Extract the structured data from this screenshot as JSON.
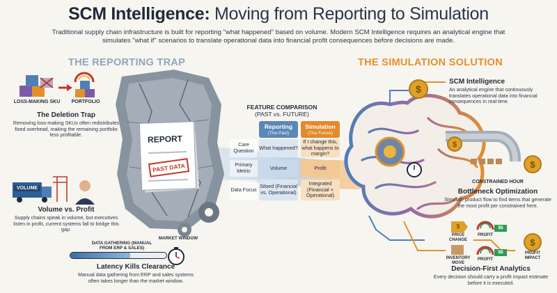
{
  "header": {
    "title_bold": "SCM Intelligence:",
    "title_rest": " Moving from Reporting to Simulation",
    "subtitle": "Traditional supply chain infrastructure is built for reporting \"what happened\" based on volume. Modern SCM Intelligence requires an analytical engine that simulates \"what if\" scenarios to translate operational data into financial profit consequences before decisions are made."
  },
  "left": {
    "heading": "THE REPORTING TRAP",
    "loss_label": "LOSS-MAKING SKU",
    "portfolio_label": "PORTFOLIO",
    "deletion_title": "The Deletion Trap",
    "deletion_desc": "Removing loss-making SKUs often redistributes fixed overhead, making the remaining portfolio less profitable.",
    "volume_badge": "VOLUME",
    "volume_title": "Volume vs. Profit",
    "volume_desc": "Supply chains speak in volume, but executives listen in profit, current systems fall to bridge this gap.",
    "gathering_label": "DATA GATHERING (MANUAL FROM ERP & SALES)",
    "market_window_label": "MARKET WINDOW",
    "latency_title": "Latency Kills Clearance",
    "latency_desc": "Manual data gathering from ERP and sales systems often takes longer than the market window.",
    "report_label": "REPORT",
    "past_data_label": "PAST DATA",
    "gathering_progress": 0.62
  },
  "comparison": {
    "title_line1": "FEATURE COMPARISON",
    "title_line2": "(PAST vs. FUTURE)",
    "reporting_head": "Reporting",
    "reporting_sub": "(The Past)",
    "simulation_head": "Simulation",
    "simulation_sub": "(The Future)",
    "rows": [
      {
        "label": "Care Question",
        "reporting": "What happened?",
        "simulation": "If I change this, what happens to margin?"
      },
      {
        "label": "Primary Metric",
        "reporting": "Volume",
        "simulation": "Profit"
      },
      {
        "label": "Data Focus",
        "reporting": "Siloed (Financial vs. Operational)",
        "simulation": "Integrated (Financial + Operational)"
      }
    ]
  },
  "right": {
    "heading": "THE SIMULATION SOLUTION",
    "intel_title": "SCM Intelligence",
    "intel_desc": "An analytical engine that continuously translates operational data into financial consequences in real-time.",
    "constrained_label": "CONSTRAINED HOUR",
    "bottleneck_title": "Bottleneck Optimization",
    "bottleneck_desc": "Simulate product flow to find items that generate the most profit per constrained here.",
    "price_change_label": "PRICE CHANGE",
    "inventory_move_label": "INVENTORY MOVE",
    "profit_label_1": "PROFIT",
    "profit_label_2": "PROFIT",
    "profit_impact_label": "PROFIT IMPACT",
    "decision_title": "Decision-First Analytics",
    "decision_desc": "Every decision should carry a profit impact estimate before it is executed.",
    "price_tag": "$",
    "dollar_tag_1": "$$",
    "dollar_tag_2": "$$"
  },
  "colors": {
    "reporting_blue": "#5b87b8",
    "simulation_orange": "#e38a2c",
    "heading_left": "#8fa6bd",
    "heading_right": "#e3902a",
    "dollar_gold": "#e0a12b"
  }
}
